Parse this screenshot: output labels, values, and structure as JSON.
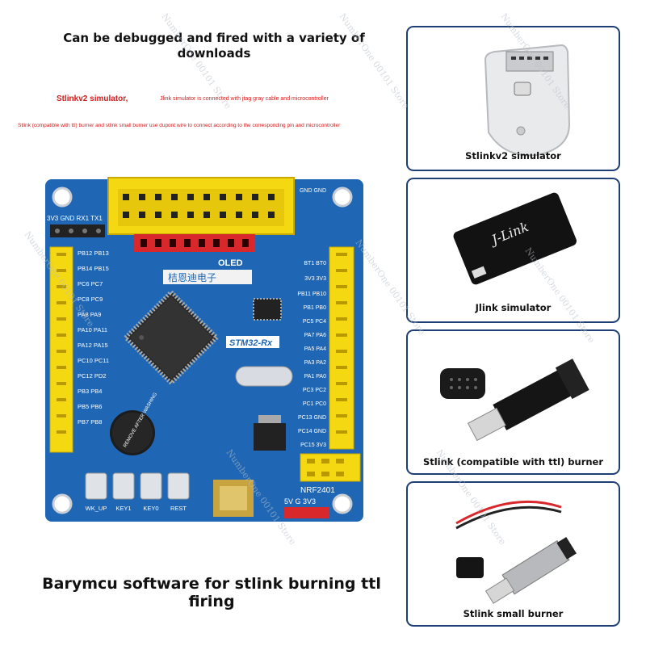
{
  "headline": "Can be debugged and fired with a variety of downloads",
  "notes": {
    "stlinkv2": "Stlinkv2 simulator,",
    "jlink_note": "Jlink simulator is connected with jtag gray cable and microcontroller",
    "stlink_note": "Stlink (compatible with ttl) burner and stlink small burner use dupont wire to connect according to the corresponding pin and microcontroller"
  },
  "bottom_caption": "Barymcu software for stlink burning ttl firing",
  "cards": [
    {
      "label": "Stlinkv2 simulator"
    },
    {
      "label": "Jlink simulator"
    },
    {
      "label": "Stlink (compatible with ttl) burner"
    },
    {
      "label": "Stlink small burner"
    }
  ],
  "board": {
    "chip_label": "STM32-Rx",
    "oled_label": "OLED",
    "chinese_label": "桔恩迪电子",
    "nrf_label": "NRF2401",
    "power_pins": "5V  G  3V3",
    "serial_header": "3V3 GND RX1 TX1",
    "buzzer_text": "REMOVE AFTER WASHING",
    "buttons": [
      "WK_UP",
      "KEY1",
      "KEY0",
      "REST"
    ],
    "left_pins": [
      "PB12 PB13",
      "PB14 PB15",
      "PC6 PC7",
      "PC8 PC9",
      "PA8 PA9",
      "PA10 PA11",
      "PA12 PA15",
      "PC10 PC11",
      "PC12 PD2",
      "PB3 PB4",
      "PB5 PB6",
      "PB7 PB8"
    ],
    "right_pins": [
      "GND GND",
      "BT1 BT0",
      "3V3 3V3",
      "PB11 PB10",
      "PB1 PB0",
      "PC5 PC4",
      "PA7 PA6",
      "PA5 PA4",
      "PA3 PA2",
      "PA1 PA0",
      "PC3 PC2",
      "PC1 PC0",
      "PC13 GND",
      "PC14 GND",
      "PC15 3V3"
    ]
  },
  "watermark": "NumberOne 00101 Store",
  "jlink_logo": "J-Link",
  "colors": {
    "card_border": "#1d3f73",
    "note_red": "#d61a1a",
    "board_blue": "#1f67b4",
    "header_yellow": "#f4d812"
  }
}
